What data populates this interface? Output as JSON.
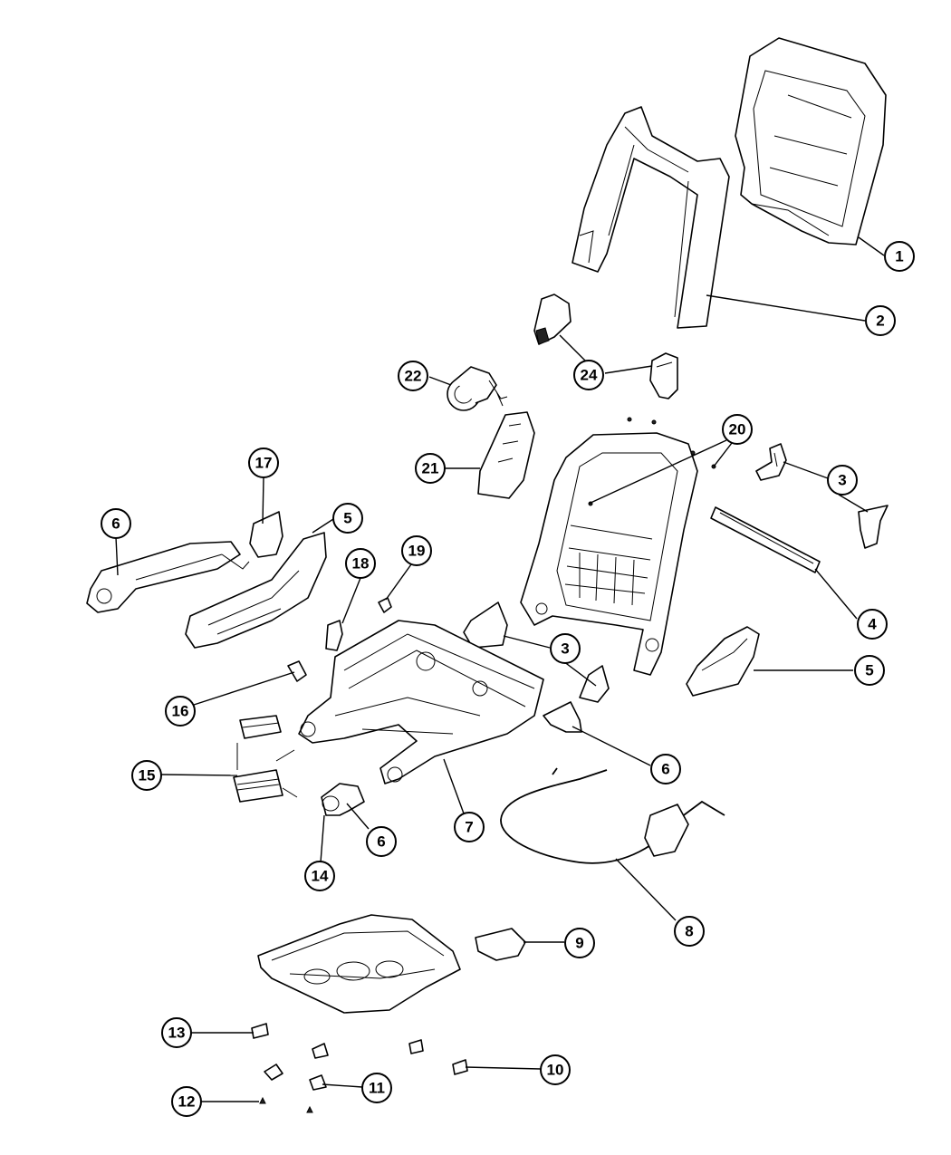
{
  "callouts": [
    {
      "id": "c1",
      "label": "1"
    },
    {
      "id": "c2",
      "label": "2"
    },
    {
      "id": "c24",
      "label": "24"
    },
    {
      "id": "c22",
      "label": "22"
    },
    {
      "id": "c20",
      "label": "20"
    },
    {
      "id": "c21",
      "label": "21"
    },
    {
      "id": "c17",
      "label": "17"
    },
    {
      "id": "c3a",
      "label": "3"
    },
    {
      "id": "c6a",
      "label": "6"
    },
    {
      "id": "c5a",
      "label": "5"
    },
    {
      "id": "c19",
      "label": "19"
    },
    {
      "id": "c18",
      "label": "18"
    },
    {
      "id": "c4",
      "label": "4"
    },
    {
      "id": "c3b",
      "label": "3"
    },
    {
      "id": "c5b",
      "label": "5"
    },
    {
      "id": "c16",
      "label": "16"
    },
    {
      "id": "c6b",
      "label": "6"
    },
    {
      "id": "c15",
      "label": "15"
    },
    {
      "id": "c7",
      "label": "7"
    },
    {
      "id": "c6c",
      "label": "6"
    },
    {
      "id": "c14",
      "label": "14"
    },
    {
      "id": "c8",
      "label": "8"
    },
    {
      "id": "c9",
      "label": "9"
    },
    {
      "id": "c13",
      "label": "13"
    },
    {
      "id": "c10",
      "label": "10"
    },
    {
      "id": "c11",
      "label": "11"
    },
    {
      "id": "c12",
      "label": "12"
    }
  ]
}
